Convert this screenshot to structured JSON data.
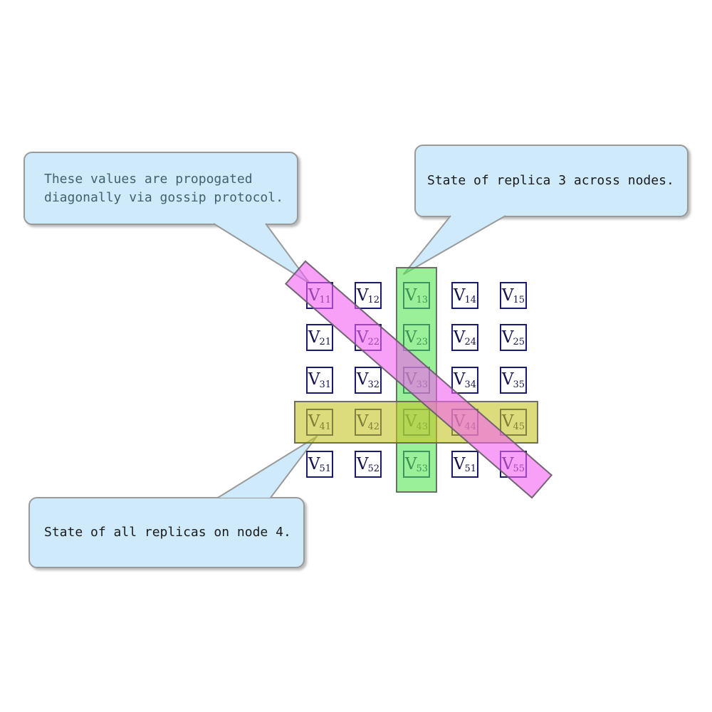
{
  "callouts": [
    {
      "id": "gossip-note",
      "line1": "These values are propogated",
      "line2": "diagonally via gossip protocol."
    },
    {
      "id": "replica3-note",
      "text": "State of replica 3 across nodes."
    },
    {
      "id": "node4-note",
      "text": "State of all replicas on node 4."
    }
  ],
  "matrix": {
    "cells": [
      {
        "base": "V",
        "sub": "11",
        "row": 0,
        "col": 0
      },
      {
        "base": "V",
        "sub": "12",
        "row": 0,
        "col": 1
      },
      {
        "base": "V",
        "sub": "13",
        "row": 0,
        "col": 2
      },
      {
        "base": "V",
        "sub": "14",
        "row": 0,
        "col": 3
      },
      {
        "base": "V",
        "sub": "15",
        "row": 0,
        "col": 4
      },
      {
        "base": "V",
        "sub": "21",
        "row": 1,
        "col": 0
      },
      {
        "base": "V",
        "sub": "22",
        "row": 1,
        "col": 1
      },
      {
        "base": "V",
        "sub": "23",
        "row": 1,
        "col": 2
      },
      {
        "base": "V",
        "sub": "24",
        "row": 1,
        "col": 3
      },
      {
        "base": "V",
        "sub": "25",
        "row": 1,
        "col": 4
      },
      {
        "base": "V",
        "sub": "31",
        "row": 2,
        "col": 0
      },
      {
        "base": "V",
        "sub": "32",
        "row": 2,
        "col": 1
      },
      {
        "base": "V",
        "sub": "33",
        "row": 2,
        "col": 2
      },
      {
        "base": "V",
        "sub": "34",
        "row": 2,
        "col": 3
      },
      {
        "base": "V",
        "sub": "35",
        "row": 2,
        "col": 4
      },
      {
        "base": "V",
        "sub": "41",
        "row": 3,
        "col": 0
      },
      {
        "base": "V",
        "sub": "42",
        "row": 3,
        "col": 1
      },
      {
        "base": "V",
        "sub": "43",
        "row": 3,
        "col": 2
      },
      {
        "base": "V",
        "sub": "44",
        "row": 3,
        "col": 3
      },
      {
        "base": "V",
        "sub": "45",
        "row": 3,
        "col": 4
      },
      {
        "base": "V",
        "sub": "51",
        "row": 4,
        "col": 0
      },
      {
        "base": "V",
        "sub": "52",
        "row": 4,
        "col": 1
      },
      {
        "base": "V",
        "sub": "53",
        "row": 4,
        "col": 2
      },
      {
        "base": "V",
        "sub": "51",
        "row": 4,
        "col": 3
      },
      {
        "base": "V",
        "sub": "55",
        "row": 4,
        "col": 4
      }
    ]
  },
  "highlights": {
    "green_column_meaning": "State of replica 3 across nodes.",
    "yellow_row_meaning": "State of all replicas on node 4.",
    "pink_diagonal_meaning": "These values are propogated diagonally via gossip protocol."
  },
  "colors": {
    "callout_fill": "#cfeafa",
    "callout_border": "#9a9a9a",
    "gossip_text": "#41616e",
    "note_text": "#1a1a1a",
    "pointer_fill": "#cfeafa",
    "pointer_stroke": "#9a9a9a",
    "cell_border": "#191970",
    "cell_text": "#14144f",
    "green_fill": "rgba(85, 230, 85, 0.6)",
    "yellow_fill": "rgba(197, 197, 38, 0.6)",
    "pink_fill": "rgba(243, 97, 243, 0.6)",
    "band_border": "rgba(92, 92, 92, 0.85)"
  }
}
